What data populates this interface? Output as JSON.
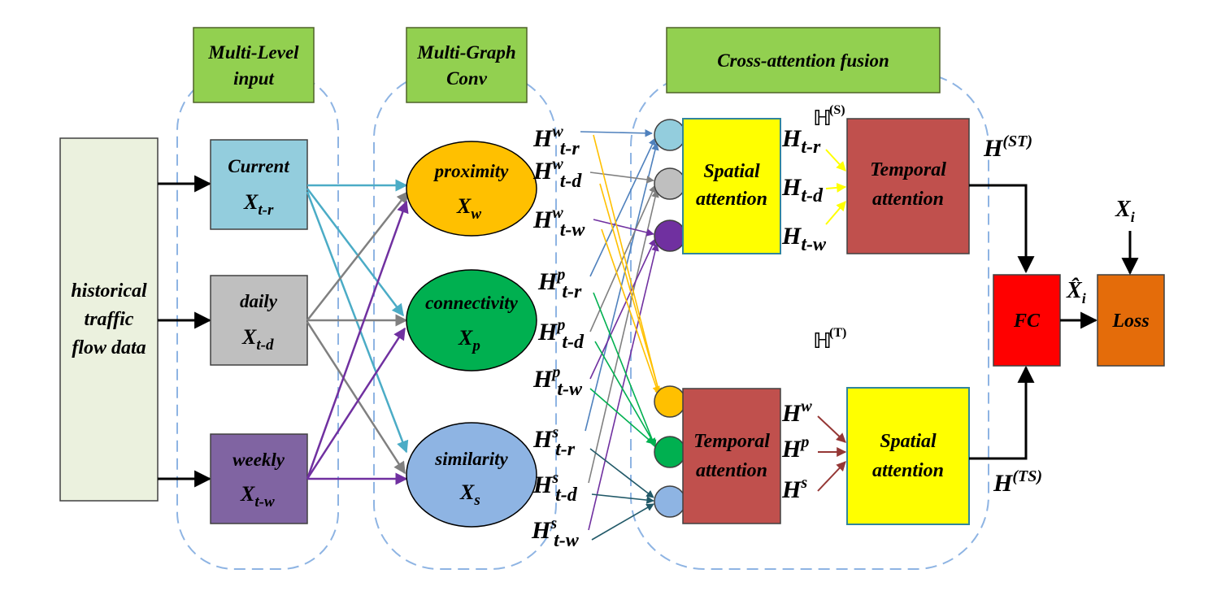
{
  "section_headers": {
    "multi_level": [
      "Multi-Level",
      "input"
    ],
    "multi_graph": [
      "Multi-Graph",
      "Conv"
    ],
    "cross_attention": "Cross-attention fusion"
  },
  "historical": [
    "historical",
    "traffic",
    "flow data"
  ],
  "inputs": {
    "current": {
      "name": "Current",
      "sym": "X",
      "sub": "t-r"
    },
    "daily": {
      "name": "daily",
      "sym": "X",
      "sub": "t-d"
    },
    "weekly": {
      "name": "weekly",
      "sym": "X",
      "sub": "t-w"
    }
  },
  "graphs": {
    "proximity": {
      "name": "proximity",
      "sym": "X",
      "sub": "w"
    },
    "connectivity": {
      "name": "connectivity",
      "sym": "X",
      "sub": "p"
    },
    "similarity": {
      "name": "similarity",
      "sym": "X",
      "sub": "s"
    }
  },
  "h_labels": {
    "w_tr": {
      "sup": "w",
      "sub": "t-r"
    },
    "w_td": {
      "sup": "w",
      "sub": "t-d"
    },
    "w_tw": {
      "sup": "w",
      "sub": "t-w"
    },
    "p_tr": {
      "sup": "p",
      "sub": "t-r"
    },
    "p_td": {
      "sup": "p",
      "sub": "t-d"
    },
    "p_tw": {
      "sup": "p",
      "sub": "t-w"
    },
    "s_tr": {
      "sup": "s",
      "sub": "t-r"
    },
    "s_td": {
      "sup": "s",
      "sub": "t-d"
    },
    "s_tw": {
      "sup": "s",
      "sub": "t-w"
    }
  },
  "upper_branch": {
    "spatial": [
      "Spatial",
      "attention"
    ],
    "temporal": [
      "Temporal",
      "attention"
    ],
    "hs_symbol": "ℍ",
    "hs_sup": "(S)",
    "h_tr": "t-r",
    "h_td": "t-d",
    "h_tw": "t-w",
    "h_st": "(ST)"
  },
  "lower_branch": {
    "temporal": [
      "Temporal",
      "attention"
    ],
    "spatial": [
      "Spatial",
      "attention"
    ],
    "ht_symbol": "ℍ",
    "ht_sup": "(T)",
    "hw_sup": "w",
    "hp_sup": "p",
    "hs_sup": "s",
    "h_ts": "(TS)"
  },
  "output": {
    "fc": "FC",
    "loss": "Loss",
    "xhat": "X̂",
    "xhat_sub": "i",
    "xi": "X",
    "xi_sub": "i"
  },
  "letters": {
    "H": "H"
  },
  "colors": {
    "header_green": "#92d050",
    "historical_fill": "#ebf1de",
    "current_fill": "#93cddd",
    "daily_fill": "#bfbfbf",
    "weekly_fill": "#8064a2",
    "proximity_fill": "#ffc000",
    "connectivity_fill": "#00b050",
    "similarity_fill": "#8eb4e3",
    "yellow_box": "#ffff00",
    "brown_box": "#c0504d",
    "fc_red": "#ff0000",
    "loss_orange": "#e46c0a",
    "dashed_blue": "#8eb4e3",
    "purple": "#7030a0",
    "teal_arrow": "#4bacc6",
    "gray_arrow": "#808080",
    "blue_arrow": "#4f81bd",
    "dark_teal": "#215968",
    "green_arrow": "#00b050",
    "gold_arrow": "#ffc000",
    "dark_red_arrow": "#953735"
  }
}
